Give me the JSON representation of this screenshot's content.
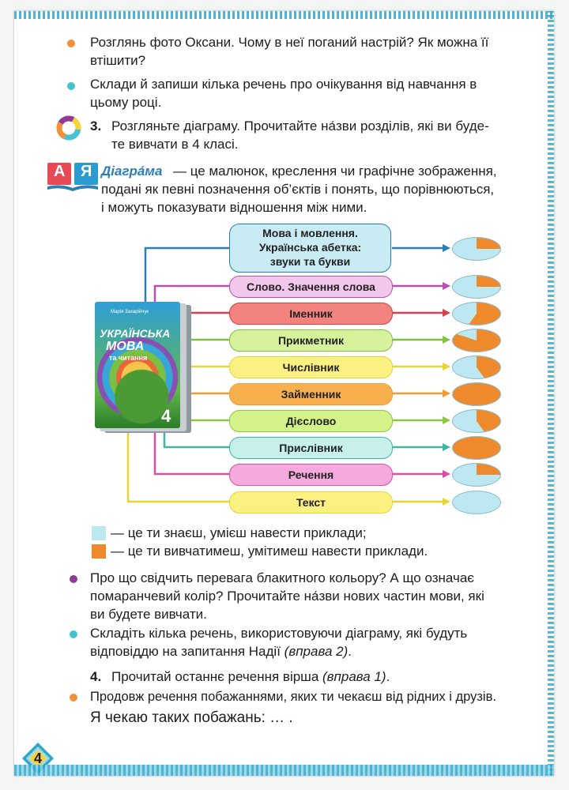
{
  "page_number": "4",
  "paragraphs": [
    {
      "bullet_color": "#f0913a",
      "lines": [
        "Розглянь фото Оксани. Чому в неї поганий настрій? Як можна її",
        "втішити?"
      ]
    },
    {
      "bullet_color": "#45c2cf",
      "lines": [
        "Склади й запиши кілька речень про очікування від навчання в",
        "цьому році."
      ]
    }
  ],
  "task3": {
    "number": "3.",
    "lines": [
      "Розгляньте діаграму. Прочитайте на́зви розділів, які ви буде-",
      "те вивчати в 4 класі."
    ]
  },
  "definition": {
    "icon_letters": [
      "А",
      "Я"
    ],
    "term": "Діагра́ма",
    "lines": [
      "— це малюнок, креслення чи графічне зображення,",
      "подані як певні позначення об’єктів і понять, що порівнюються,",
      "і можуть показувати відношення між ними."
    ]
  },
  "book": {
    "author": "Марія Захарійчук",
    "title_line1": "УКРАЇНСЬКА",
    "title_line2": "МОВА",
    "title_line3": "та читання",
    "grade": "4"
  },
  "chart_data": {
    "type": "diagram",
    "sections": [
      {
        "label_lines": [
          "Мова і мовлення.",
          "Українська абетка:",
          "звуки та букви"
        ],
        "color": "#c9ecf4",
        "arrow_color": "#2b7fb4",
        "known": 0.75
      },
      {
        "label_lines": [
          "Слово. Значення слова"
        ],
        "color": "#f2c7ec",
        "arrow_color": "#b94fb0",
        "known": 0.75
      },
      {
        "label_lines": [
          "Іменник"
        ],
        "color": "#f2837e",
        "arrow_color": "#d8404a",
        "known": 0.4
      },
      {
        "label_lines": [
          "Прикметник"
        ],
        "color": "#d6f29a",
        "arrow_color": "#7ec242",
        "known": 0.2
      },
      {
        "label_lines": [
          "Числівник"
        ],
        "color": "#fbf182",
        "arrow_color": "#e6d533",
        "known": 0.6
      },
      {
        "label_lines": [
          "Займенник"
        ],
        "color": "#f8b04e",
        "arrow_color": "#f29c34",
        "known": 0.0
      },
      {
        "label_lines": [
          "Дієслово"
        ],
        "color": "#d4f28a",
        "arrow_color": "#8bc83e",
        "known": 0.6
      },
      {
        "label_lines": [
          "Прислівник"
        ],
        "color": "#c6f0e9",
        "arrow_color": "#3fb5a5",
        "known": 0.0
      },
      {
        "label_lines": [
          "Речення"
        ],
        "color": "#f5a9dc",
        "arrow_color": "#d84fa6",
        "known": 0.75
      },
      {
        "label_lines": [
          "Текст"
        ],
        "color": "#fbf182",
        "arrow_color": "#e6d533",
        "known": 1.0
      }
    ],
    "colors": {
      "known": "#bde8f2",
      "learn": "#ef8a2c"
    }
  },
  "legend": [
    {
      "color": "#bde8f2",
      "text": "— це ти знаєш, умієш навести приклади;"
    },
    {
      "color": "#ef8a2c",
      "text": "— це ти вивчатимеш, умітимеш навести приклади."
    }
  ],
  "questions": [
    {
      "bullet_color": "#8e3a96",
      "lines": [
        "Про що свідчить перевага блакитного кольору? А що означає",
        "помаранчевий колір? Прочитайте на́зви нових частин мови, які",
        "ви будете вивчати."
      ]
    },
    {
      "bullet_color": "#45c2cf",
      "lines": [
        "Складіть кілька речень, використовуючи діаграму, які будуть"
      ],
      "line2_text": "відповіддю на запитання Надії ",
      "line2_italic": "(вправа 2)",
      "line2_end": "."
    }
  ],
  "task4": {
    "number": "4.",
    "text": "Прочитай останнє речення вірша ",
    "italic": "(вправа 1)",
    "end": "."
  },
  "final": {
    "bullet_color": "#f0913a",
    "text": "Продовж речення побажаннями, яких ти чекаєш від рідних і друзів.",
    "example": "Я чекаю таких побажань: … ."
  }
}
